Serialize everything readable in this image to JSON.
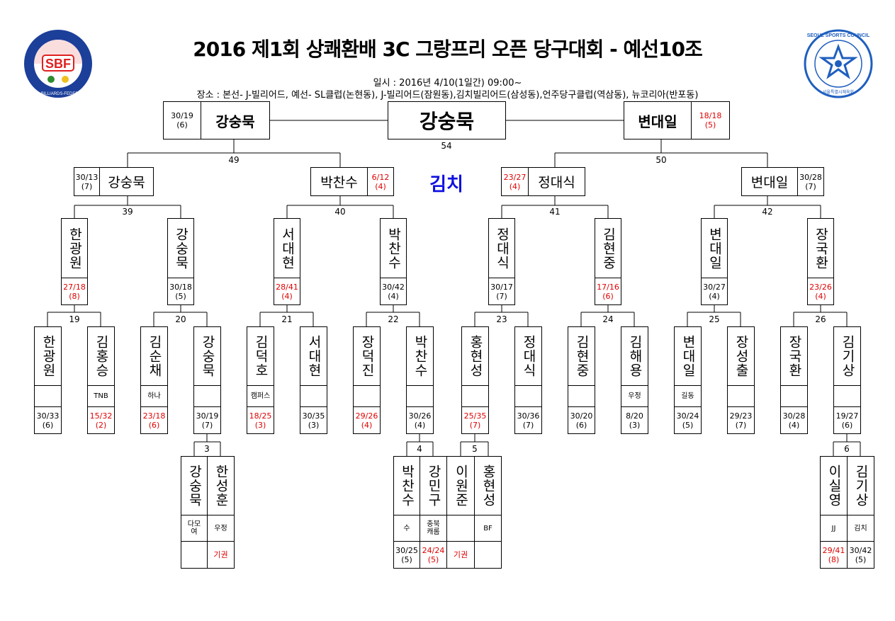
{
  "header": {
    "title": "2016 제1회 상쾌환배 3C 그랑프리 오픈 당구대회 - 예선10조",
    "date": "일시 : 2016년 4/10(1일간) 09:00~",
    "venue": "장소 : 본선- J-빌리어드, 예선- SL클럽(논현동), J-빌리어드(잠원동),김치빌리어드(삼성동),언주당구클럽(역삼동), 뉴코리아(반포동)",
    "sponsor": "김치"
  },
  "logos": {
    "left": {
      "icon": "sbf-federation-logo",
      "text": "SBF",
      "ring": "SEOUL-BILLIARDS-FEDERATION",
      "colors": [
        "#e02020",
        "#1c3f9a",
        "#2e8b2e",
        "#f0c020"
      ]
    },
    "right": {
      "icon": "seoul-sports-council-logo",
      "ring": "SEOUL SPORTS COUNCIL",
      "bottom": "서울특별시체육회",
      "color": "#1f5fbf"
    }
  },
  "final": {
    "winner": "강숭묵",
    "match_no": "54",
    "left": {
      "name": "강숭묵",
      "score": "30/19\n(6)"
    },
    "right": {
      "name": "변대일",
      "score": "18/18\n(5)"
    }
  },
  "semis": [
    {
      "match_no": "49",
      "a": {
        "name": "강숭묵",
        "score": "30/13\n(7)"
      },
      "b": {
        "name": "박찬수",
        "score": "6/12\n(4)"
      }
    },
    {
      "match_no": "50",
      "a": {
        "name": "정대식",
        "score": "23/27\n(4)"
      },
      "b": {
        "name": "변대일",
        "score": "30/28\n(7)"
      }
    }
  ],
  "quarters": [
    {
      "match_no": "39",
      "a": {
        "name": "한광원",
        "score": "27/18\n(8)"
      },
      "b": {
        "name": "강숭묵",
        "score": "30/18\n(5)"
      }
    },
    {
      "match_no": "40",
      "a": {
        "name": "서대현",
        "score": "28/41\n(4)"
      },
      "b": {
        "name": "박찬수",
        "score": "30/42\n(4)"
      }
    },
    {
      "match_no": "41",
      "a": {
        "name": "정대식",
        "score": "30/17\n(7)"
      },
      "b": {
        "name": "김현중",
        "score": "17/16\n(6)"
      }
    },
    {
      "match_no": "42",
      "a": {
        "name": "변대일",
        "score": "30/27\n(4)"
      },
      "b": {
        "name": "장국환",
        "score": "23/26\n(4)"
      }
    }
  ],
  "round16": [
    {
      "match_no": "19",
      "a": {
        "name": "한광원",
        "club": "",
        "score": "30/33\n(6)"
      },
      "b": {
        "name": "김홍승",
        "club": "TNB",
        "score": "15/32\n(2)"
      }
    },
    {
      "match_no": "20",
      "a": {
        "name": "김순채",
        "club": "하나",
        "score": "23/18\n(6)"
      },
      "b": {
        "name": "강숭묵",
        "club": "",
        "score": "30/19\n(7)"
      }
    },
    {
      "match_no": "21",
      "a": {
        "name": "김덕호",
        "club": "캠퍼스",
        "score": "18/25\n(3)"
      },
      "b": {
        "name": "서대현",
        "club": "",
        "score": "30/35\n(3)"
      }
    },
    {
      "match_no": "22",
      "a": {
        "name": "장덕진",
        "club": "",
        "score": "29/26\n(4)"
      },
      "b": {
        "name": "박찬수",
        "club": "",
        "score": "30/26\n(4)"
      }
    },
    {
      "match_no": "23",
      "a": {
        "name": "홍현성",
        "club": "",
        "score": "25/35\n(7)"
      },
      "b": {
        "name": "정대식",
        "club": "",
        "score": "30/36\n(7)"
      }
    },
    {
      "match_no": "24",
      "a": {
        "name": "김현중",
        "club": "",
        "score": "30/20\n(6)"
      },
      "b": {
        "name": "김해용",
        "club": "우정",
        "score": "8/20\n(3)"
      }
    },
    {
      "match_no": "25",
      "a": {
        "name": "변대일",
        "club": "길동",
        "score": "30/24\n(5)"
      },
      "b": {
        "name": "장성출",
        "club": "",
        "score": "29/23\n(7)"
      }
    },
    {
      "match_no": "26",
      "a": {
        "name": "장국환",
        "club": "",
        "score": "30/28\n(4)"
      },
      "b": {
        "name": "김기상",
        "club": "",
        "score": "19/27\n(6)"
      }
    }
  ],
  "prelims": [
    {
      "match_no": "3",
      "a": {
        "name": "강숭묵",
        "club": "다모여",
        "score": ""
      },
      "b": {
        "name": "한성훈",
        "club": "우정",
        "score": "기권"
      }
    },
    {
      "match_no": "4",
      "a": {
        "name": "박찬수",
        "club": "수",
        "score": "30/25\n(5)"
      },
      "b": {
        "name": "강민구",
        "club": "충북캐롬",
        "score": "24/24\n(5)"
      }
    },
    {
      "match_no": "5",
      "a": {
        "name": "이원준",
        "club": "",
        "score": "기권"
      },
      "b": {
        "name": "홍현성",
        "club": "BF",
        "score": ""
      }
    },
    {
      "match_no": "6",
      "a": {
        "name": "이실영",
        "club": "JJ",
        "score": "29/41\n(8)"
      },
      "b": {
        "name": "김기상",
        "club": "김치",
        "score": "30/42\n(5)"
      }
    }
  ]
}
